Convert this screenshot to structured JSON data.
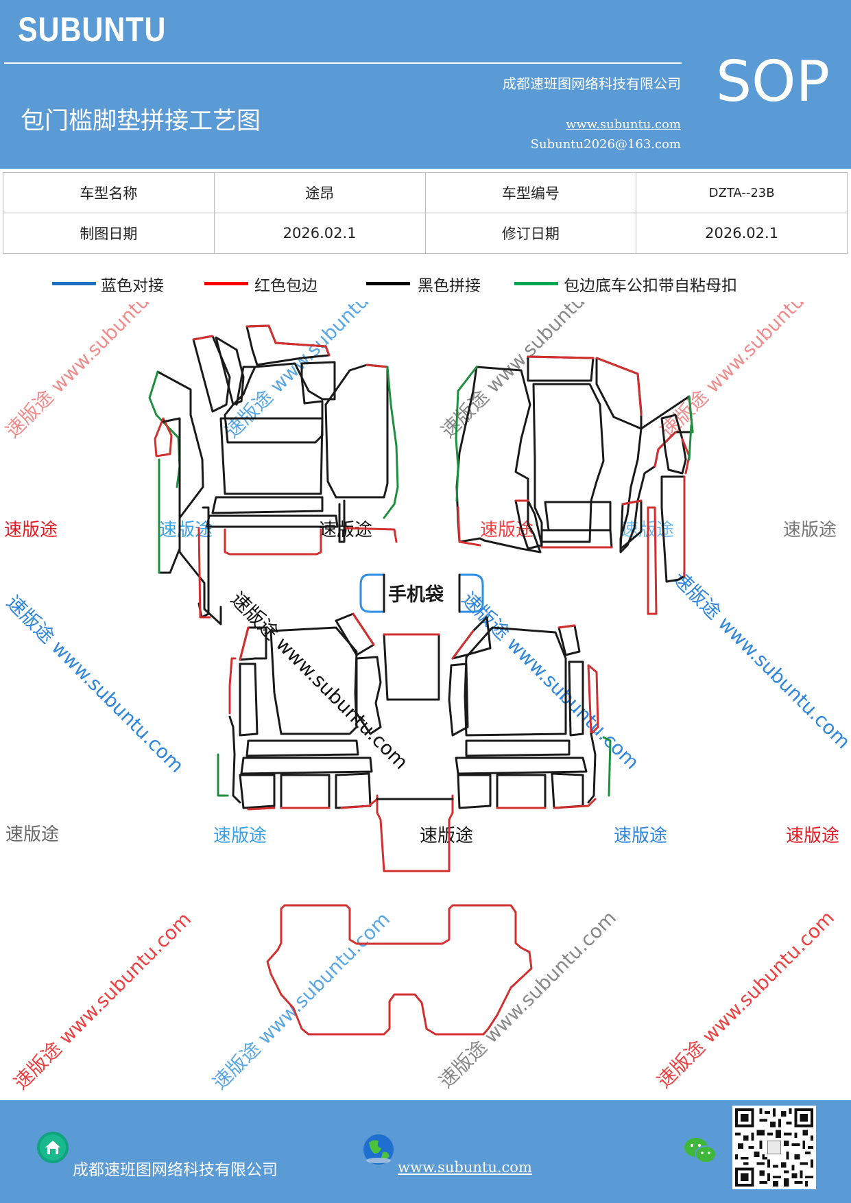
{
  "header": {
    "brand": "SUBUNTU",
    "company": "成都速班图网络科技有限公司",
    "title": "包门槛脚垫拼接工艺图",
    "website": "www.subuntu.com",
    "email": "Subuntu2026@163.com",
    "badge": "SOP"
  },
  "info_table": {
    "rows": [
      [
        "车型名称",
        "途昂",
        "车型编号",
        "DZTA--23B"
      ],
      [
        "制图日期",
        "2026.02.1",
        "修订日期",
        "2026.02.1"
      ]
    ]
  },
  "legend": {
    "items": [
      {
        "label": "蓝色对接",
        "color": "#1f6fc0"
      },
      {
        "label": "红色包边",
        "color": "#ff0000"
      },
      {
        "label": "黑色拼接",
        "color": "#000000"
      },
      {
        "label": "包边底车公扣带自粘母扣",
        "color": "#00a651"
      }
    ]
  },
  "diagram": {
    "phone_bag_label": "手机袋",
    "watermark_short": "速版途",
    "watermark_long": "速版途 www.subuntu.com",
    "colors": {
      "seam": "#1a1a1a",
      "edge": "#d32f2f",
      "velcro": "#1e8f3e",
      "dock": "#2b8ee6"
    }
  },
  "footer": {
    "company": "成都速班图网络科技有限公司",
    "website": "www.subuntu.com"
  },
  "icons": [
    "home-icon",
    "globe-icon",
    "wechat-icon",
    "qr-code"
  ]
}
